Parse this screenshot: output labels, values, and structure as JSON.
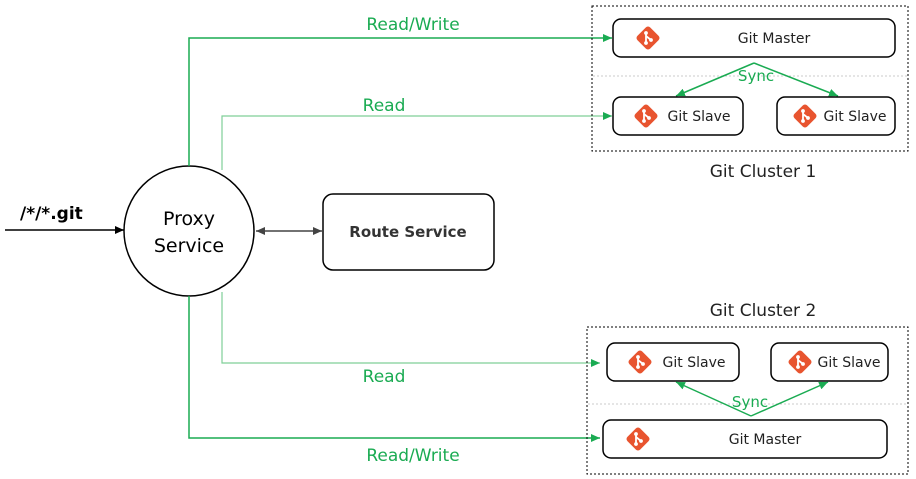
{
  "entry": {
    "path_label": "/*/*.git"
  },
  "proxy": {
    "line1": "Proxy",
    "line2": "Service"
  },
  "route": {
    "label": "Route Service"
  },
  "edges": {
    "c1_read_write": "Read/Write",
    "c1_read": "Read",
    "c2_read": "Read",
    "c2_read_write": "Read/Write"
  },
  "cluster1": {
    "title": "Git Cluster 1",
    "master": "Git Master",
    "sync": "Sync",
    "slave_a": "Git Slave",
    "slave_b": "Git Slave"
  },
  "cluster2": {
    "title": "Git Cluster 2",
    "master": "Git Master",
    "sync": "Sync",
    "slave_a": "Git Slave",
    "slave_b": "Git Slave"
  },
  "colors": {
    "green": "#1aab52",
    "light_green": "#7fcf98",
    "git_orange": "#e8542f",
    "black": "#000000"
  },
  "icons": {
    "git": "git-logo-icon"
  }
}
